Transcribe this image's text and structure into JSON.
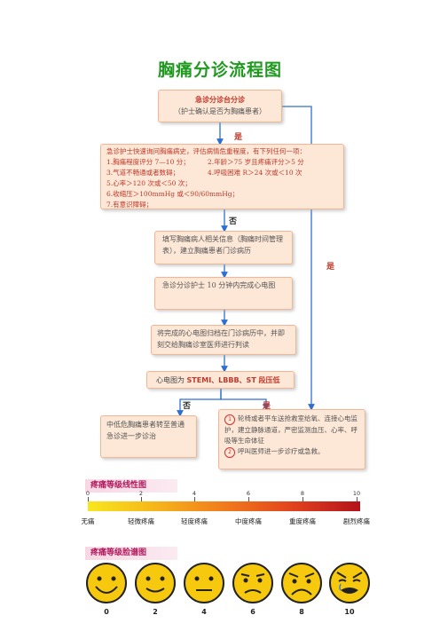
{
  "title": "胸痛分诊流程图",
  "flow": {
    "triage_title": "急诊分诊台分诊",
    "triage_sub": "（护士确认是否为胸痛患者）",
    "yes_label": "是",
    "no_label": "否",
    "assess_intro": "急诊护士快速询问胸痛病史，评估病情危重程度，有下列任何一项：",
    "assess_items": [
      "1.胸痛程度评分 7—10 分；",
      "2.年龄＞75 岁且疼痛评分＞5 分",
      "3.气道不畅通或者数碍；",
      "4.呼吸困难 R＞24 次或＜10 次",
      "5.心率＞120 次或＜50 次；",
      "6.收缩压＞100mmHg 或＜90/60mmHg；",
      "7.有意识障碍；"
    ],
    "step_fill": "填写胸痛病人相关信息（胸痛时间管理表），建立胸痛患者门诊病历",
    "step_ecg": "急诊分诊护士 10 分钟内完成心电图",
    "step_send": "将完成的心电图归档在门诊病历中，并即刻交给胸痛诊室医师进行判读",
    "ecg_prefix": "心电图为",
    "ecg_highlight": "STEMI、LBBB、ST 段压低",
    "low_risk": "中低危胸痛患者转至普通急诊进一步诊治",
    "high_risk_1": "轮椅或者平车送抢救室给氧、连接心电监护，建立静脉通道，严密监测血压、心率、呼吸等生命体征",
    "high_risk_2": "呼叫医师进一步诊疗或急救。",
    "num_1": "1",
    "num_2": "2"
  },
  "pain_scale": {
    "banner": "疼痛等级线性图",
    "ticks": [
      "0",
      "2",
      "4",
      "6",
      "8",
      "10"
    ],
    "labels": [
      "无痛",
      "轻微疼痛",
      "轻度疼痛",
      "中度疼痛",
      "重度疼痛",
      "剧烈疼痛"
    ]
  },
  "face_scale": {
    "banner": "疼痛等级脸谱图",
    "numbers": [
      "0",
      "2",
      "4",
      "6",
      "8",
      "10"
    ]
  }
}
